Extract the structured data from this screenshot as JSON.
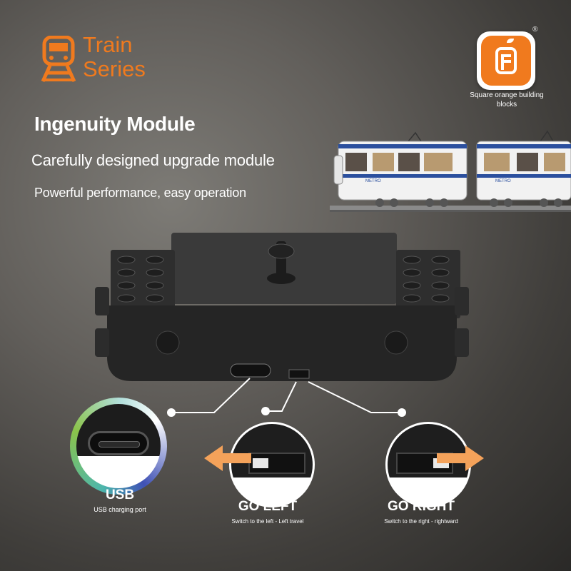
{
  "brand": {
    "series_line1": "Train",
    "series_line2": "Series",
    "icon": "train-icon",
    "accent": "#f07a1e"
  },
  "logo": {
    "icon": "f-logo-icon",
    "registered": "®",
    "caption": "Square orange building blocks"
  },
  "headings": {
    "title": "Ingenuity Module",
    "subtitle": "Carefully designed upgrade module",
    "tagline": "Powerful performance, easy operation"
  },
  "train": {
    "car_label": "METRO"
  },
  "callouts": {
    "usb": {
      "title": "USB",
      "desc": "USB charging port"
    },
    "left": {
      "title": "GO LEFT",
      "desc": "Switch to the left - Left travel"
    },
    "right": {
      "title": "GO RIGHT",
      "desc": "Switch to the right - rightward"
    }
  },
  "colors": {
    "arrow": "#f4a25a",
    "train_stripe": "#2b4f9e"
  }
}
